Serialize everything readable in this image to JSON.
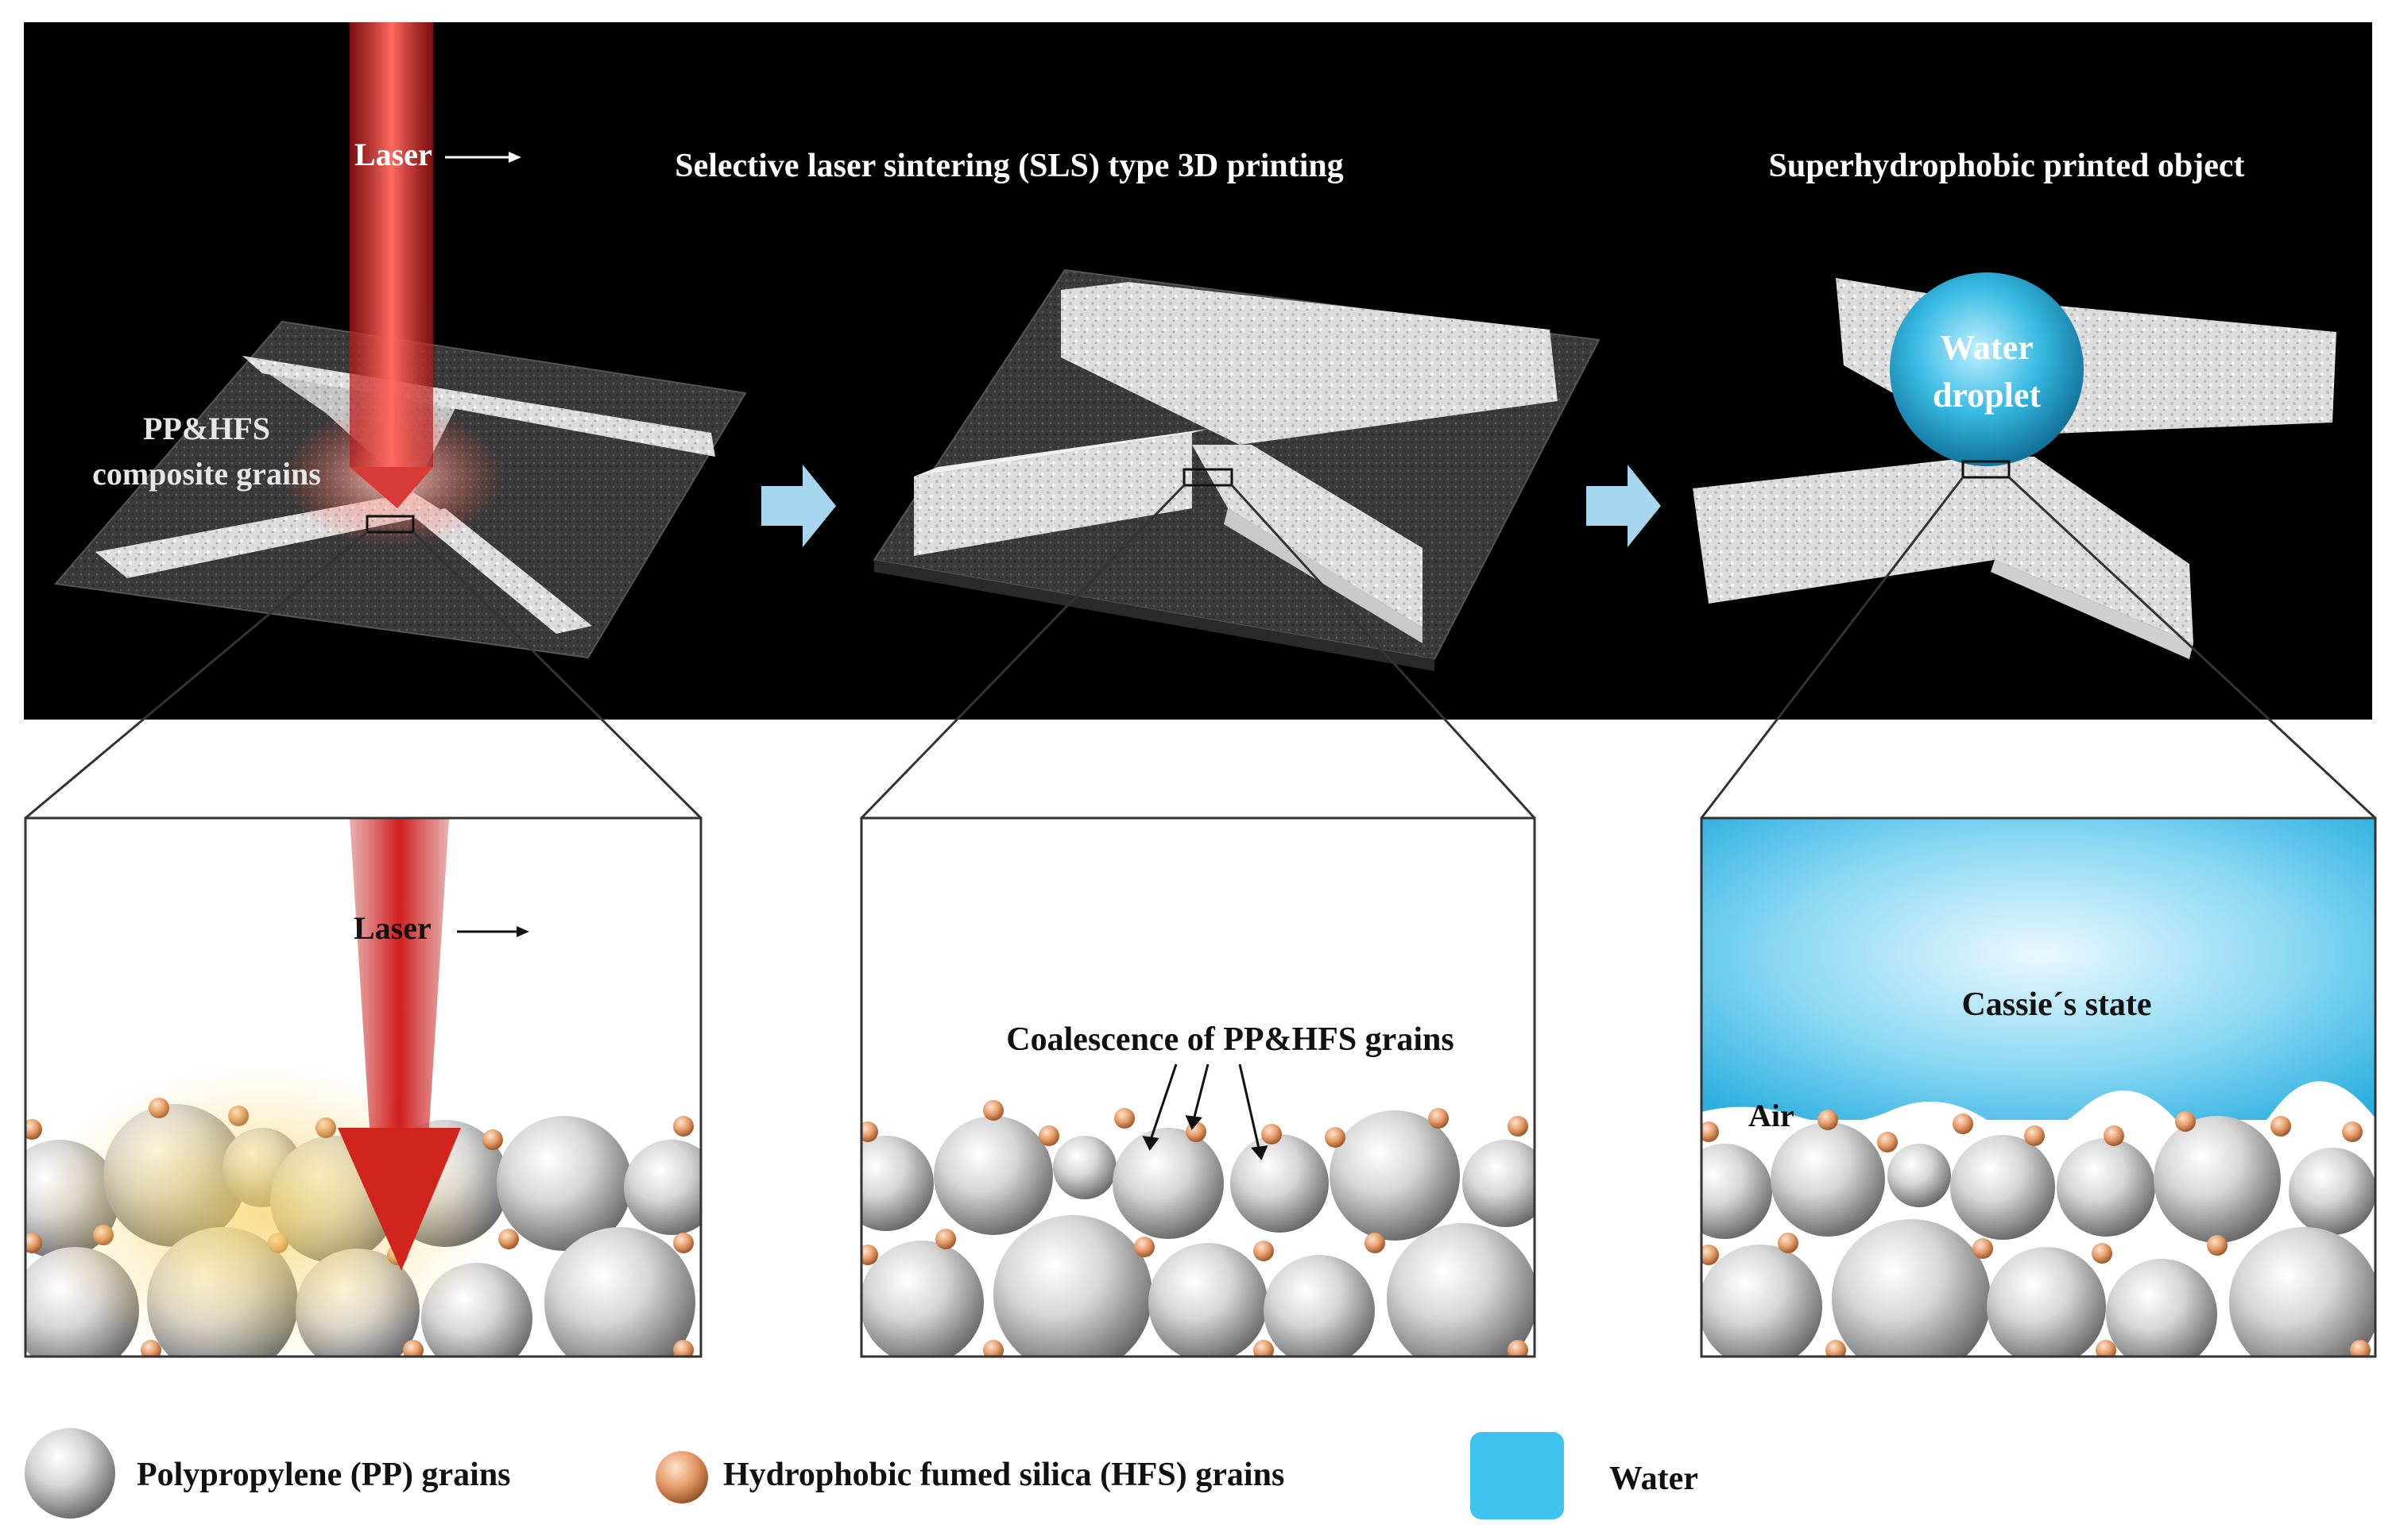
{
  "top_panel": {
    "laser_label": "Laser",
    "title_sls": "Selective laser sintering (SLS) type 3D printing",
    "title_object": "Superhydrophobic printed object",
    "grains_label_line1": "PP&HFS",
    "grains_label_line2": "composite grains",
    "droplet_line1": "Water",
    "droplet_line2": "droplet"
  },
  "bottom_panels": {
    "laser_label": "Laser",
    "coalescence_label": "Coalescence of PP&HFS grains",
    "air_label": "Air",
    "cassie_label": "Cassie´s state"
  },
  "legend": {
    "pp_label": "Polypropylene (PP) grains",
    "hfs_label": "Hydrophobic fumed silica  (HFS) grains",
    "water_label": "Water"
  },
  "colors": {
    "background_top": "#000000",
    "laser": "#e8322c",
    "arrow": "#9fd0ee",
    "water": "#3fc3ee",
    "pp_grain": "#c8c8c8",
    "hfs_grain": "#e7a070"
  }
}
